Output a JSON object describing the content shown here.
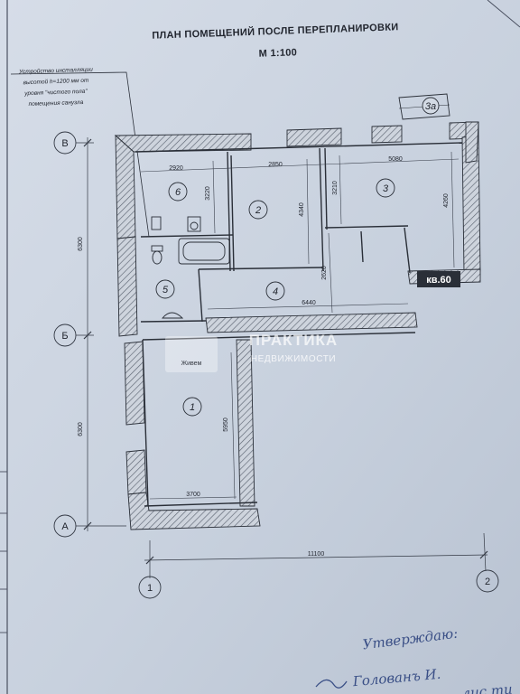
{
  "title": "ПЛАН ПОМЕЩЕНИЙ ПОСЛЕ ПЕРЕПЛАНИРОВКИ",
  "scale": "М 1:100",
  "note": {
    "line1": "Устройство инсталляции",
    "line2": "высотой h=1200 мм от",
    "line3": "уровня \"чистого пола\"",
    "line4": "помещения санузла"
  },
  "apartment_label": "кв.60",
  "rooms": [
    "1",
    "2",
    "3",
    "3а",
    "4",
    "5",
    "6"
  ],
  "axes": {
    "rows": [
      "В",
      "Б",
      "А"
    ],
    "cols": [
      "1",
      "2"
    ]
  },
  "dimensions": {
    "r6_width": "2920",
    "r2_width": "2850",
    "r3_width": "5080",
    "r6_depth": "3220",
    "r2_depth": "4340",
    "r3_depth_left": "3210",
    "r3_depth_right": "4260",
    "r4_depth": "2620",
    "r4_width": "6440",
    "r1_depth": "5950",
    "r1_width": "3700",
    "axis_top": "6300",
    "axis_bottom": "6300",
    "overall": "11100"
  },
  "watermark": {
    "logo": "Живем",
    "line1": "ПРАКТИКА",
    "line2": "НЕДВИЖИМОСТИ"
  },
  "signature": {
    "line1": "Утверждаю:",
    "line2": "Голованъ И.",
    "line3": "лис.ти"
  }
}
